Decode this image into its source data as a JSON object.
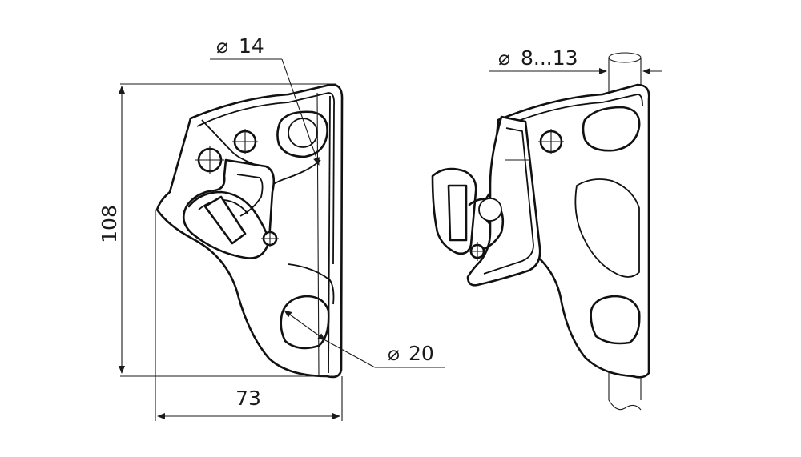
{
  "dimensions": {
    "height": "108",
    "width": "73",
    "dia_14": "14",
    "dia_20": "20",
    "dia_rope": "8...13",
    "dia_symbol": "⌀"
  },
  "colors": {
    "line": "#111111",
    "background": "#ffffff"
  }
}
